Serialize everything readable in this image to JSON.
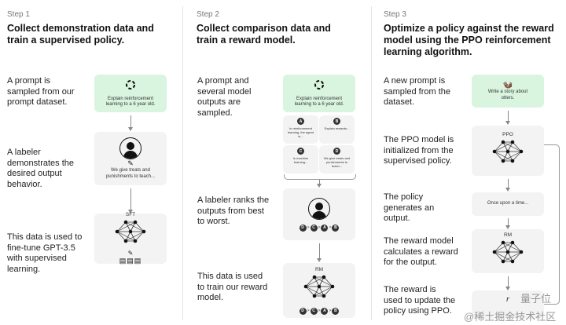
{
  "step1": {
    "step": "Step 1",
    "title": "Collect demonstration data and train a supervised policy.",
    "desc": [
      "A prompt is sampled from our prompt dataset.",
      "A labeler demonstrates the desired output behavior.",
      "This data is used to fine-tune GPT-3.5 with supervised learning."
    ],
    "prompt": "Explain reinforcement learning to a 6 year old.",
    "demo": "We give treats and punishments to teach...",
    "model": "SFT"
  },
  "step2": {
    "step": "Step 2",
    "title": "Collect comparison data and train a reward model.",
    "desc": [
      "A prompt and several model outputs are sampled.",
      "A labeler ranks the outputs from best to worst.",
      "This data is used to train our reward model."
    ],
    "prompt": "Explain reinforcement learning to a 6 year old.",
    "outputs": [
      {
        "id": "A",
        "text": "In reinforcement learning, the agent is..."
      },
      {
        "id": "B",
        "text": "Explain rewards..."
      },
      {
        "id": "C",
        "text": "In machine learning..."
      },
      {
        "id": "D",
        "text": "We give treats and punishments to teach..."
      }
    ],
    "ranking": [
      "D",
      "C",
      "A",
      "B"
    ],
    "model": "RM"
  },
  "step3": {
    "step": "Step 3",
    "title": "Optimize a policy against the reward model using the PPO reinforcement learning algorithm.",
    "desc": [
      "A new prompt is sampled from the dataset.",
      "The PPO model is initialized from the supervised policy.",
      "The policy generates an output.",
      "The reward model calculates a reward for the output.",
      "The reward is used to update the policy using PPO."
    ],
    "prompt": "Write a story about otters.",
    "policy": "PPO",
    "output": "Once upon a time...",
    "model": "RM",
    "reward": "r"
  },
  "watermark": {
    "line1": "量子位",
    "line2": "@稀土掘金技术社区"
  },
  "colors": {
    "prompt_box": "#d9f5df",
    "box": "#f3f3f3"
  }
}
